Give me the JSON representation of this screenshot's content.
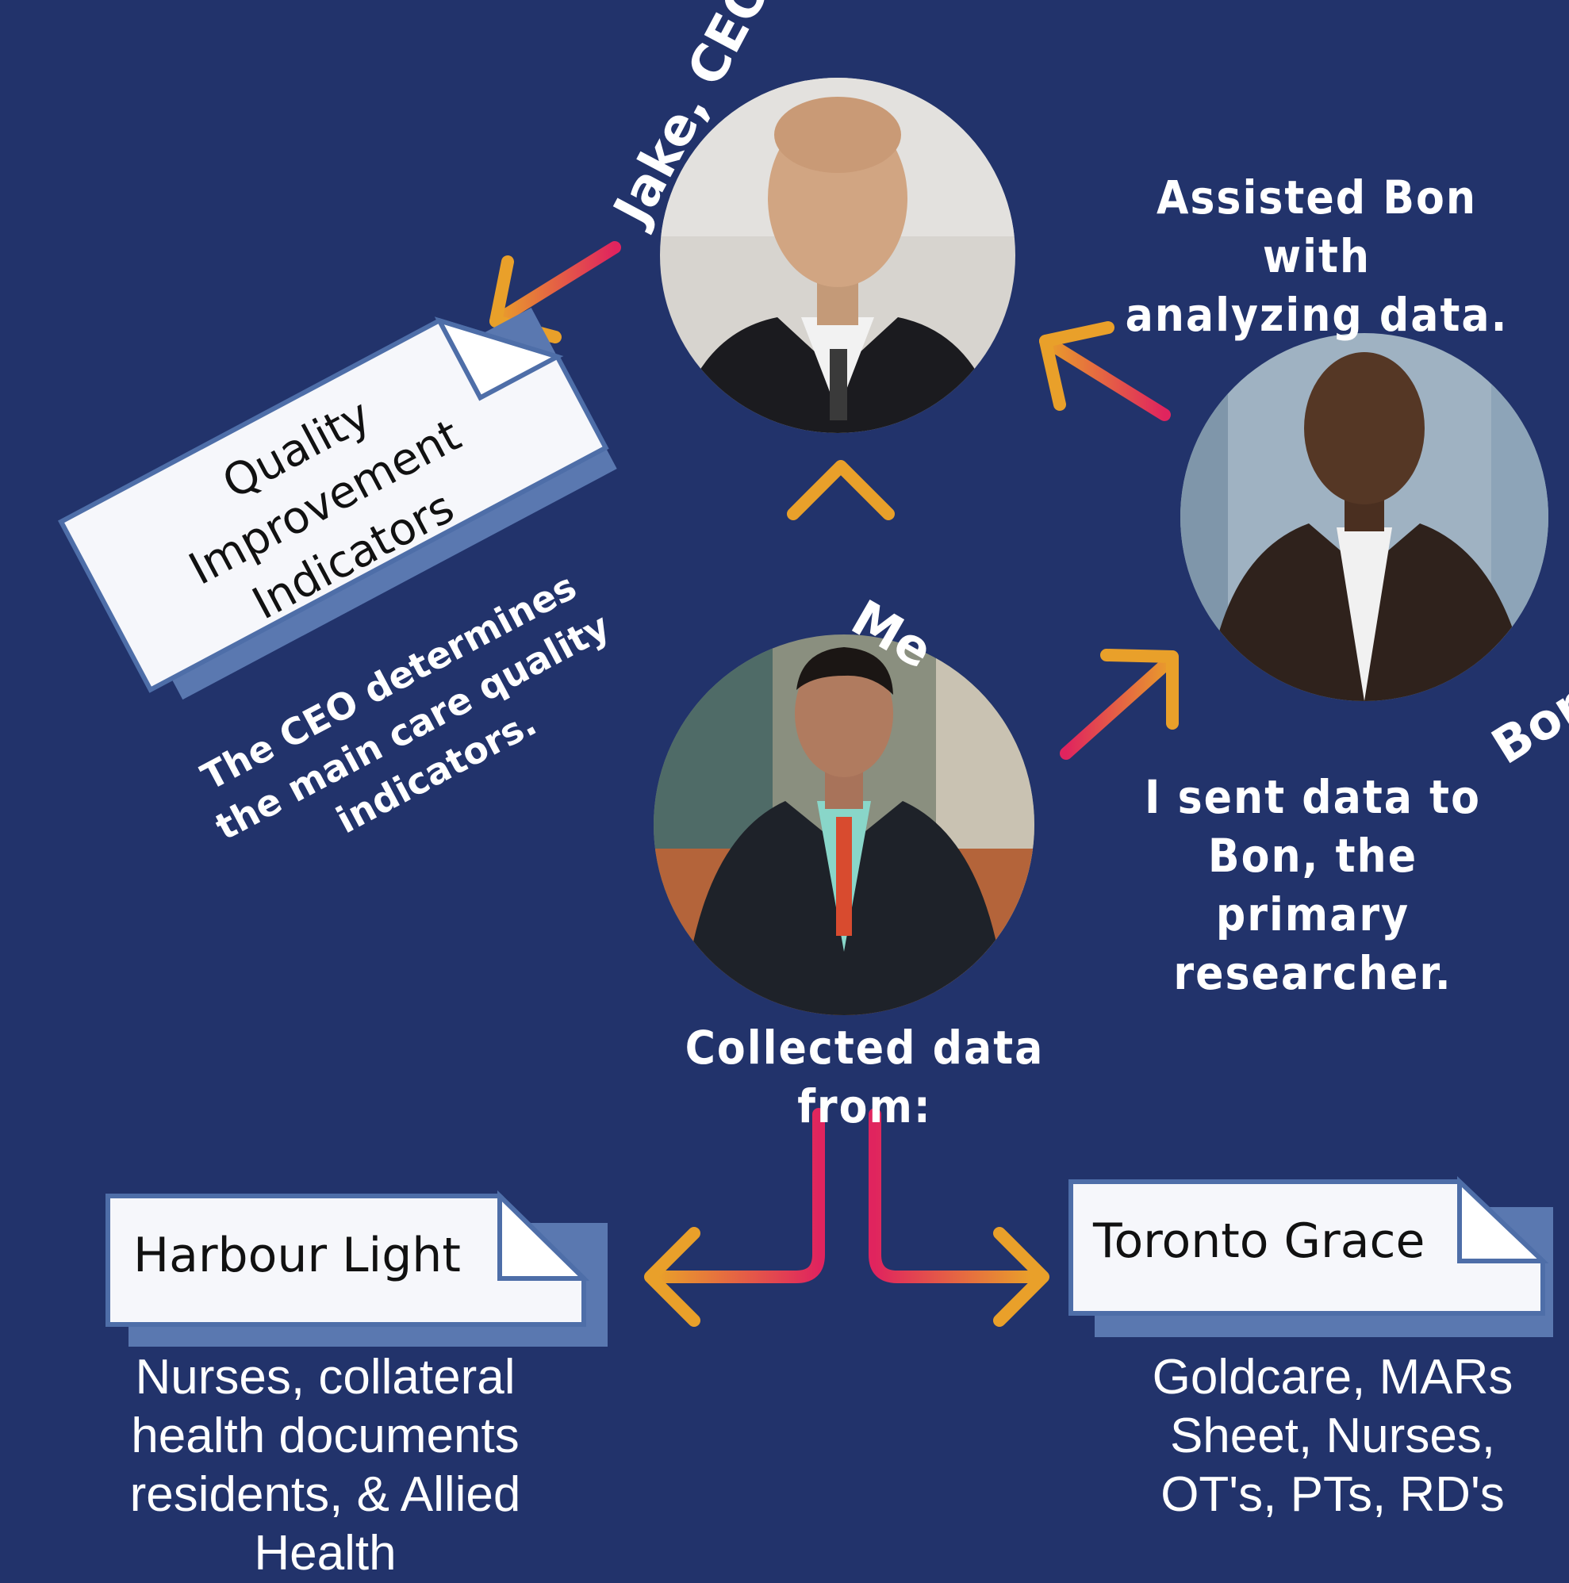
{
  "people": {
    "ceo": {
      "name": "Jake, CEO"
    },
    "me": {
      "name": "Me"
    },
    "bon": {
      "name": "Bon"
    }
  },
  "notes": {
    "assisted": [
      "Assisted Bon with",
      "analyzing data."
    ],
    "sent": [
      "I sent data to",
      "Bon, the primary",
      "researcher."
    ],
    "collected": "Collected data from:",
    "ceo_determines": [
      "The CEO determines",
      "the main care quality",
      "indicators."
    ]
  },
  "cards": {
    "qi": {
      "lines": [
        "Quality",
        "Improvement",
        "Indicators"
      ]
    },
    "harbour": {
      "title": "Harbour Light",
      "sources": [
        "Nurses, collateral",
        "health documents",
        "residents, & Allied",
        "Health"
      ]
    },
    "toronto": {
      "title": "Toronto Grace",
      "sources": [
        "Goldcare, MARs",
        "Sheet, Nurses,",
        "OT's, PTs, RD's"
      ]
    }
  },
  "colors": {
    "background": "#22336b",
    "arrow_start": "#e9a02a",
    "arrow_end": "#e0245e",
    "card_fill": "#f6f7fb",
    "card_shadow": "#5a78b0",
    "card_border": "#4e6ea8"
  }
}
